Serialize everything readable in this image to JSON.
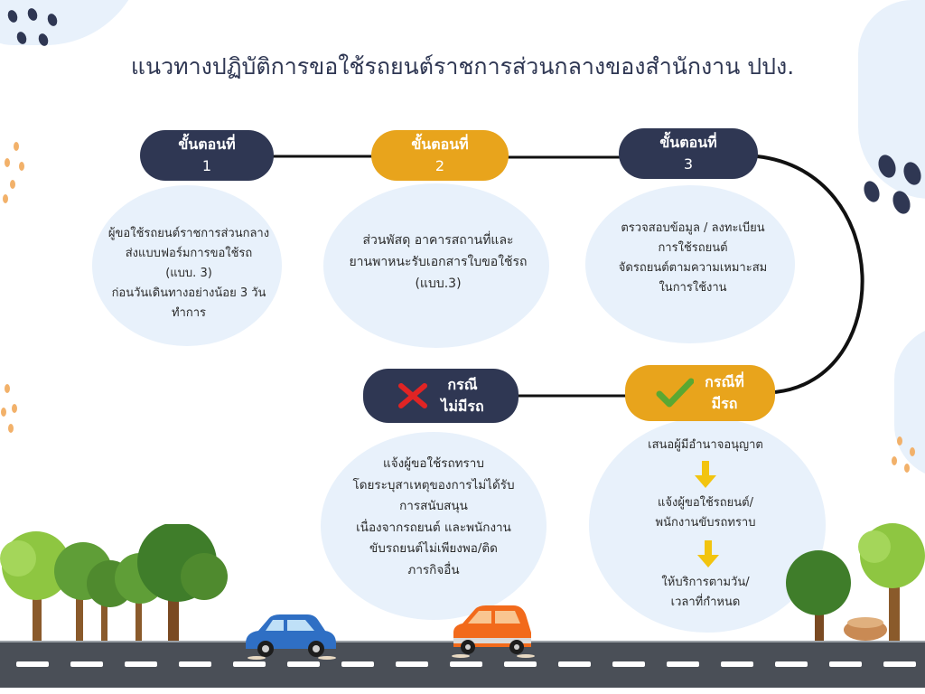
{
  "title": "แนวทางปฏิบัติการขอใช้รถยนต์ราชการส่วนกลางของสำนักงาน ปปง.",
  "steps": [
    {
      "label_line1": "ขั้นตอนที่",
      "label_line2": "1",
      "lines": [
        "ผู้ขอใช้รถยนต์ราชการส่วนกลาง",
        "ส่งแบบฟอร์มการขอใช้รถ",
        "(แบบ. 3)",
        "ก่อนวันเดินทางอย่างน้อย 3 วัน",
        "ทำการ"
      ]
    },
    {
      "label_line1": "ขั้นตอนที่",
      "label_line2": "2",
      "lines": [
        "ส่วนพัสดุ อาคารสถานที่และ",
        "ยานพาหนะรับเอกสารใบขอใช้รถ",
        "(แบบ.3)"
      ]
    },
    {
      "label_line1": "ขั้นตอนที่",
      "label_line2": "3",
      "lines": [
        "ตรวจสอบข้อมูล / ลงทะเบียน",
        "การใช้รถยนต์",
        "จัดรถยนต์ตามความเหมาะสม",
        "ในการใช้งาน"
      ]
    }
  ],
  "case_no_car": {
    "label_line1": "กรณี",
    "label_line2": "ไม่มีรถ",
    "icon": "cross-icon",
    "icon_color": "#e02424",
    "lines": [
      "แจ้งผู้ขอใช้รถทราบ",
      "โดยระบุสาเหตุของการไม่ได้รับ",
      "การสนับสนุน",
      "เนื่องจากรถยนต์ และพนักงาน",
      "ขับรถยนต์ไม่เพียงพอ/ติด",
      "ภารกิจอื่น"
    ]
  },
  "case_has_car": {
    "label_line1": "กรณีที่",
    "label_line2": "มีรถ",
    "icon": "check-icon",
    "icon_color": "#5aa832",
    "flow": [
      "เสนอผู้มีอำนาจอนุญาต",
      "แจ้งผู้ขอใช้รถยนต์/",
      "พนักงานขับรถทราบ",
      "ให้บริการตามวัน/",
      "เวลาที่กำหนด"
    ]
  },
  "colors": {
    "navy": "#2f3753",
    "gold": "#e8a41c",
    "blob": "#e8f1fb",
    "arrow": "#f2c40f"
  }
}
